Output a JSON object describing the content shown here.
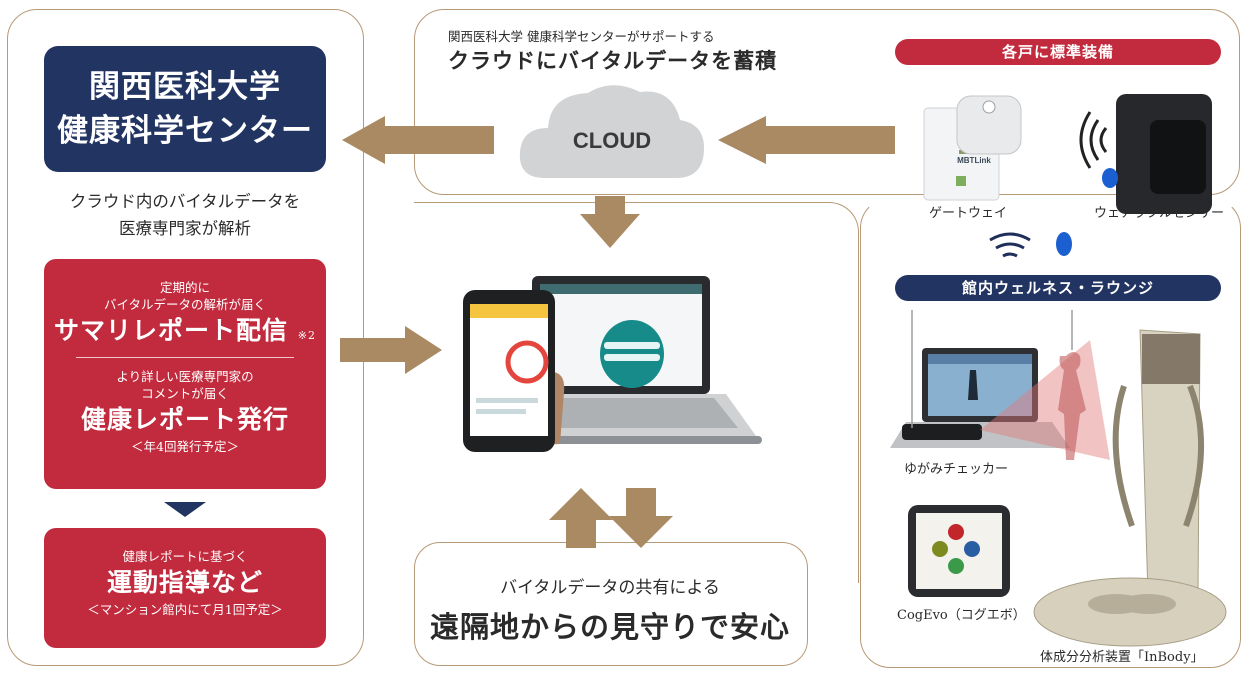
{
  "center": {
    "line1": "関西医科大学",
    "line2": "健康科学センター"
  },
  "analysis": {
    "line1": "クラウド内のバイタルデータを",
    "line2": "医療専門家が解析"
  },
  "summary": {
    "small1": "定期的に",
    "small2": "バイタルデータの解析が届く",
    "title": "サマリレポート配信",
    "note": "※2"
  },
  "health_report": {
    "small1": "より詳しい医療専門家の",
    "small2": "コメントが届く",
    "title": "健康レポート発行",
    "sub": "＜年4回発行予定＞"
  },
  "guidance": {
    "small": "健康レポートに基づく",
    "title": "運動指導など",
    "sub": "＜マンション館内にて月1回予定＞"
  },
  "cloud": {
    "subtitle": "関西医科大学 健康科学センターがサポートする",
    "title": "クラウドにバイタルデータを蓄積",
    "label": "CLOUD"
  },
  "standard": {
    "pill": "各戸に標準装備",
    "gateway_label": "ゲートウェイ",
    "gateway_brand": "MBTLink",
    "wearable_label": "ウェアラブルセンサー"
  },
  "lounge": {
    "pill": "館内ウェルネス・ラウンジ",
    "checker_label": "ゆがみチェッカー",
    "cogevo_label": "CogEvo（コグエボ）",
    "inbody_label": "体成分分析装置「InBody」"
  },
  "sharing": {
    "small": "バイタルデータの共有による",
    "big": "遠隔地からの見守りで安心"
  },
  "colors": {
    "navy": "#223462",
    "red": "#c22a3d",
    "arrow": "#a98a62",
    "border": "#b79a78"
  }
}
